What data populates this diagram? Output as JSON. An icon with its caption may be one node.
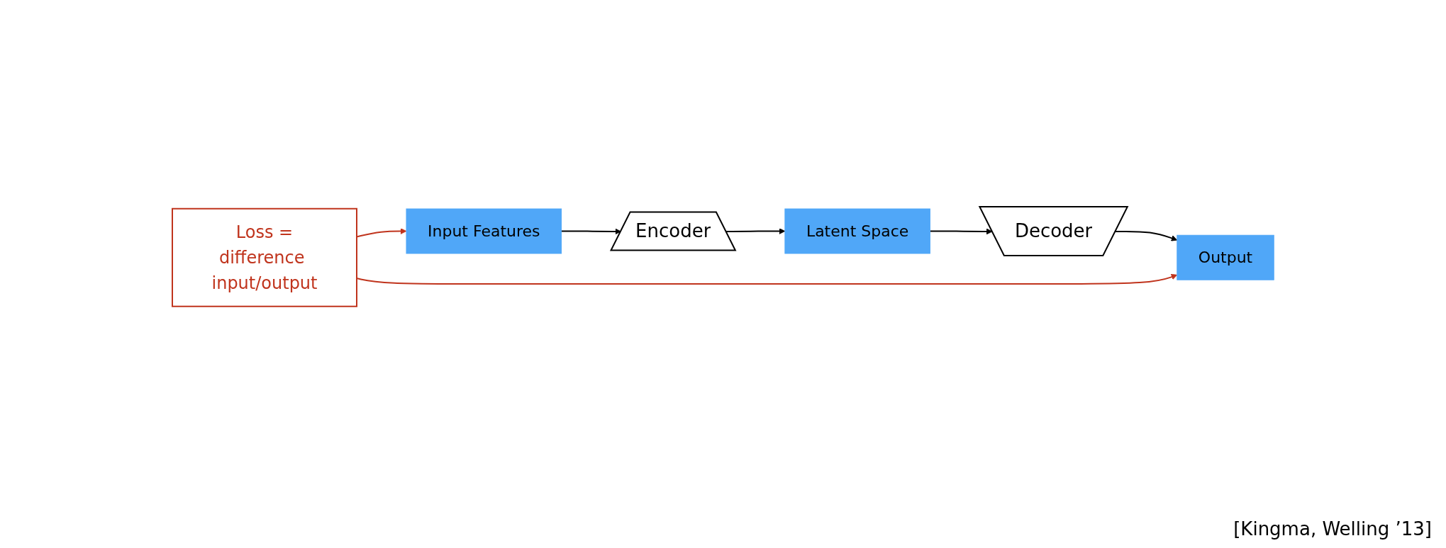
{
  "diagram": {
    "nodes": [
      {
        "text": [
          "Input Features"
        ]
      },
      {
        "text": [
          "Encoder"
        ]
      },
      {
        "text": [
          "Latent Space"
        ]
      },
      {
        "text": [
          "Decoder"
        ]
      },
      {
        "text": [
          "Output"
        ]
      },
      {
        "text": [
          "Loss =",
          "difference input/output"
        ]
      }
    ],
    "edges": [
      {
        "from": 0,
        "to": 1,
        "arrow": "to"
      },
      {
        "from": 1,
        "to": 2,
        "arrow": "to"
      },
      {
        "from": 2,
        "to": 3,
        "arrow": "to"
      },
      {
        "from": 3,
        "to": 4,
        "arrow": "to"
      },
      {
        "from": 5,
        "to": 0,
        "arrow": "to",
        "color": "#c0341d"
      },
      {
        "from": 5,
        "to": 4,
        "arrow": "to",
        "color": "#c0341d"
      }
    ],
    "labels": [
      "[Kingma, Welling ’13]"
    ]
  }
}
